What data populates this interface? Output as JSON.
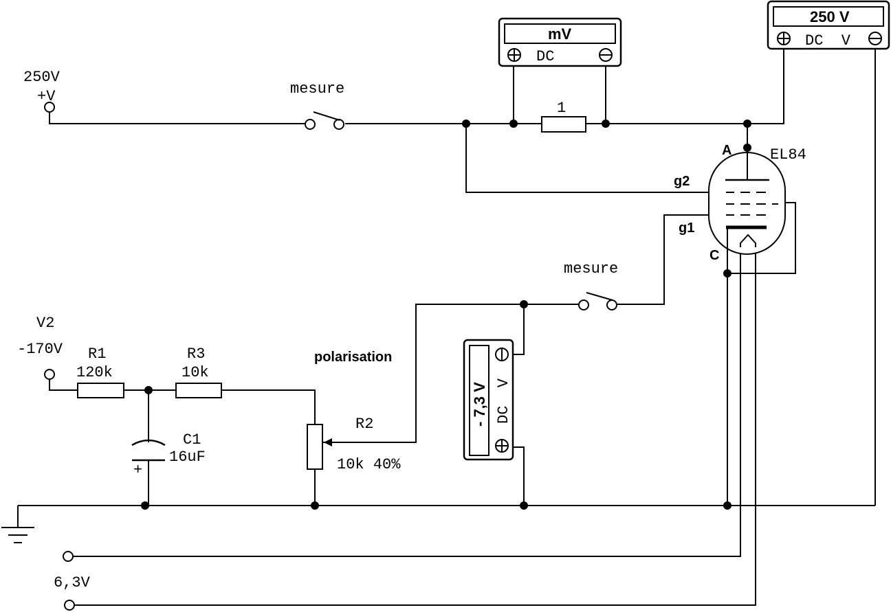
{
  "supply": {
    "voltage": "250V",
    "label": "+V"
  },
  "switch_anode": {
    "label": "mesure"
  },
  "switch_grid": {
    "label": "mesure"
  },
  "shunt": {
    "label": "1"
  },
  "mv_meter": {
    "display": "mV",
    "mode": "DC"
  },
  "anode_meter": {
    "display": "250 V",
    "mode": "DC  V"
  },
  "bias_meter": {
    "display": "- 7,3 V",
    "mode": "DC  V"
  },
  "tube": {
    "type": "EL84",
    "anode": "A",
    "screen_grid": "g2",
    "control_grid": "g1",
    "cathode": "C"
  },
  "bias_supply": {
    "name": "V2",
    "voltage": "-170V"
  },
  "r1": {
    "name": "R1",
    "value": "120k"
  },
  "r3": {
    "name": "R3",
    "value": "10k"
  },
  "c1": {
    "name": "C1",
    "value": "16uF",
    "polarity": "+"
  },
  "r2": {
    "name": "R2",
    "value": "10k 40%"
  },
  "polarisation_label": "polarisation",
  "heater": {
    "voltage": "6,3V"
  },
  "symbols": {
    "plus": "⊕",
    "minus": "⊖"
  }
}
